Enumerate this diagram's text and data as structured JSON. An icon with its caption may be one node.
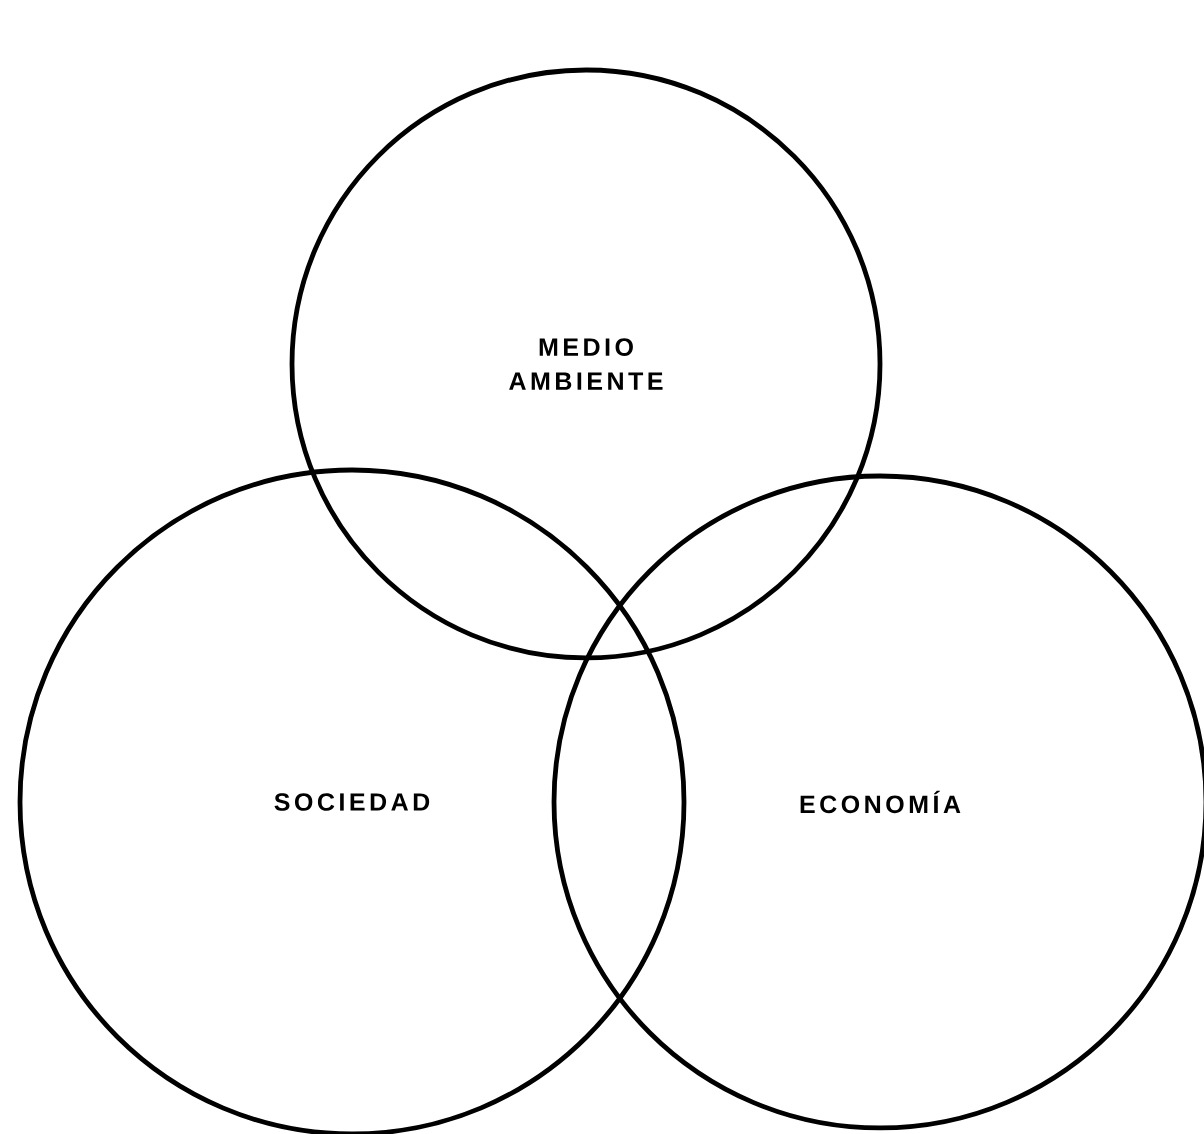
{
  "diagram": {
    "nodes": [
      {
        "text": [
          "MEDIO AMBIENTE"
        ]
      },
      {
        "text": [
          "SOCIEDAD"
        ]
      },
      {
        "text": [
          "ECONOMÍA"
        ]
      }
    ]
  }
}
